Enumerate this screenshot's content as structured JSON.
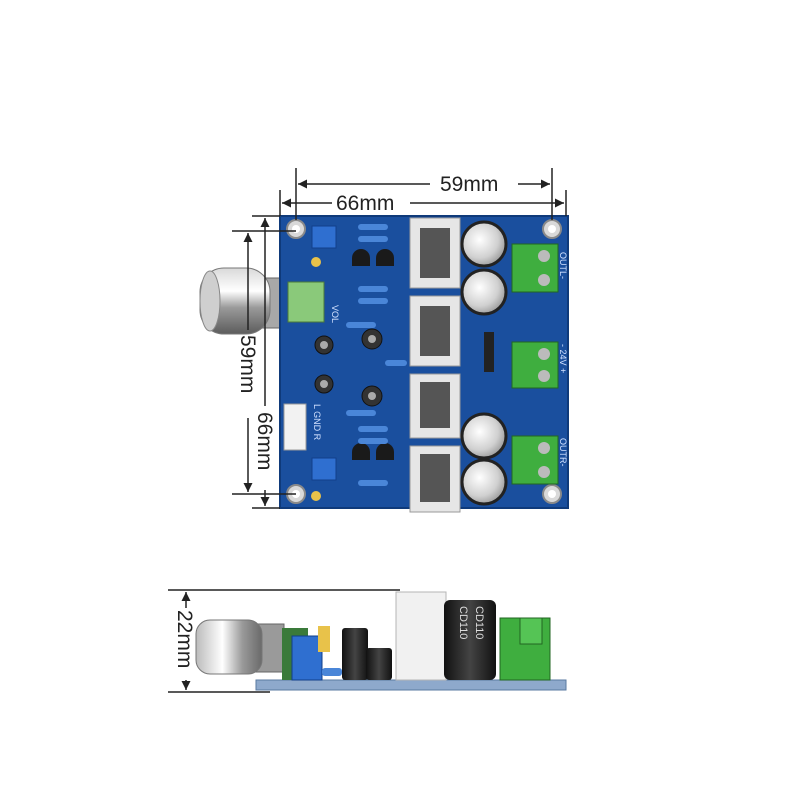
{
  "top_view": {
    "width_outer": "66mm",
    "width_inner": "59mm",
    "height_outer": "66mm",
    "height_inner": "59mm",
    "labels": {
      "vol": "VOL",
      "input": "L  GND  R",
      "out_l": "OUTL-",
      "power": "- 24V +",
      "out_r": "OUTR-"
    }
  },
  "side_view": {
    "height": "22mm",
    "cap_text": "CD110"
  },
  "colors": {
    "pcb": "#1a4f9e",
    "pcb_edge": "#0f3a7a",
    "terminal": "#3fae3f",
    "heatsink": "#e6e6e6",
    "pot": "#2f6fd0",
    "dimension": "#222222"
  }
}
